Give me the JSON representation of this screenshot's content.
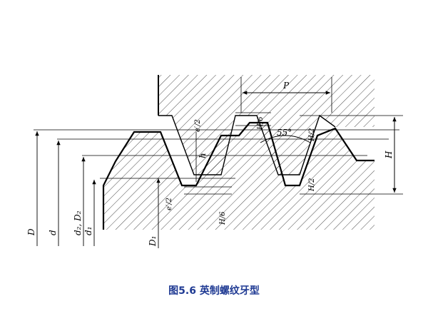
{
  "figure": {
    "labels": {
      "D": "D",
      "d": "d",
      "d2D2": "d₂, D₂",
      "d1": "d₁",
      "D1": "D₁",
      "P": "P",
      "h": "h",
      "H": "H",
      "angle": "55°",
      "e_top": "e′/2",
      "e_bot": "e′/2",
      "H6_top": "H/6",
      "H6_bot": "H/6",
      "H2_top": "H/2",
      "H2_bot": "H/2"
    },
    "caption": "图5.6  英制螺纹牙型"
  },
  "colors": {
    "caption": "#1f3a93",
    "line": "#000000"
  }
}
